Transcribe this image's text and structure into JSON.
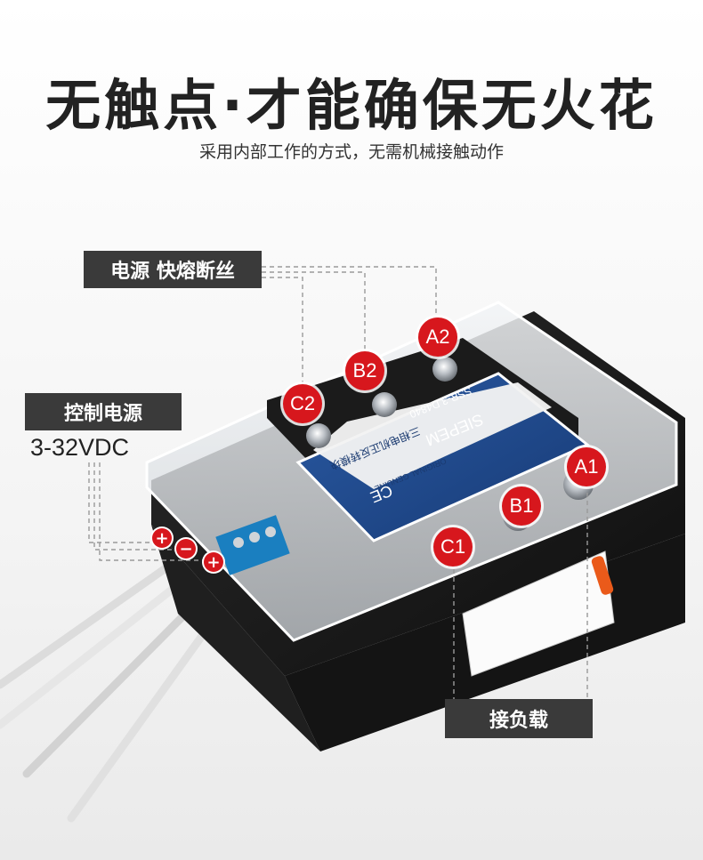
{
  "header": {
    "title": "无触点·才能确保无火花",
    "subtitle": "采用内部工作的方式，无需机械接触动作"
  },
  "callouts": {
    "fuse_label": "电源 快熔断丝",
    "control_label": "控制电源",
    "control_voltage": "3-32VDC",
    "load_label": "接负载"
  },
  "terminals": {
    "a1": "A1",
    "a2": "A2",
    "b1": "B1",
    "b2": "B2",
    "c1": "C1",
    "c2": "C2"
  },
  "polarity": {
    "plus": "+",
    "minus": "−"
  },
  "product_label": {
    "brand": "SIEPEM",
    "line1": "三相电机正反转模块",
    "model": "SSR-3 D4840",
    "genuine": "ORIGINAL GENUINE",
    "ce": "CE"
  },
  "colors": {
    "badge_red": "#d7171d",
    "label_dark": "#3a3a3a",
    "module_black": "#1a1a1a",
    "label_blue": "#1f4a8f"
  }
}
